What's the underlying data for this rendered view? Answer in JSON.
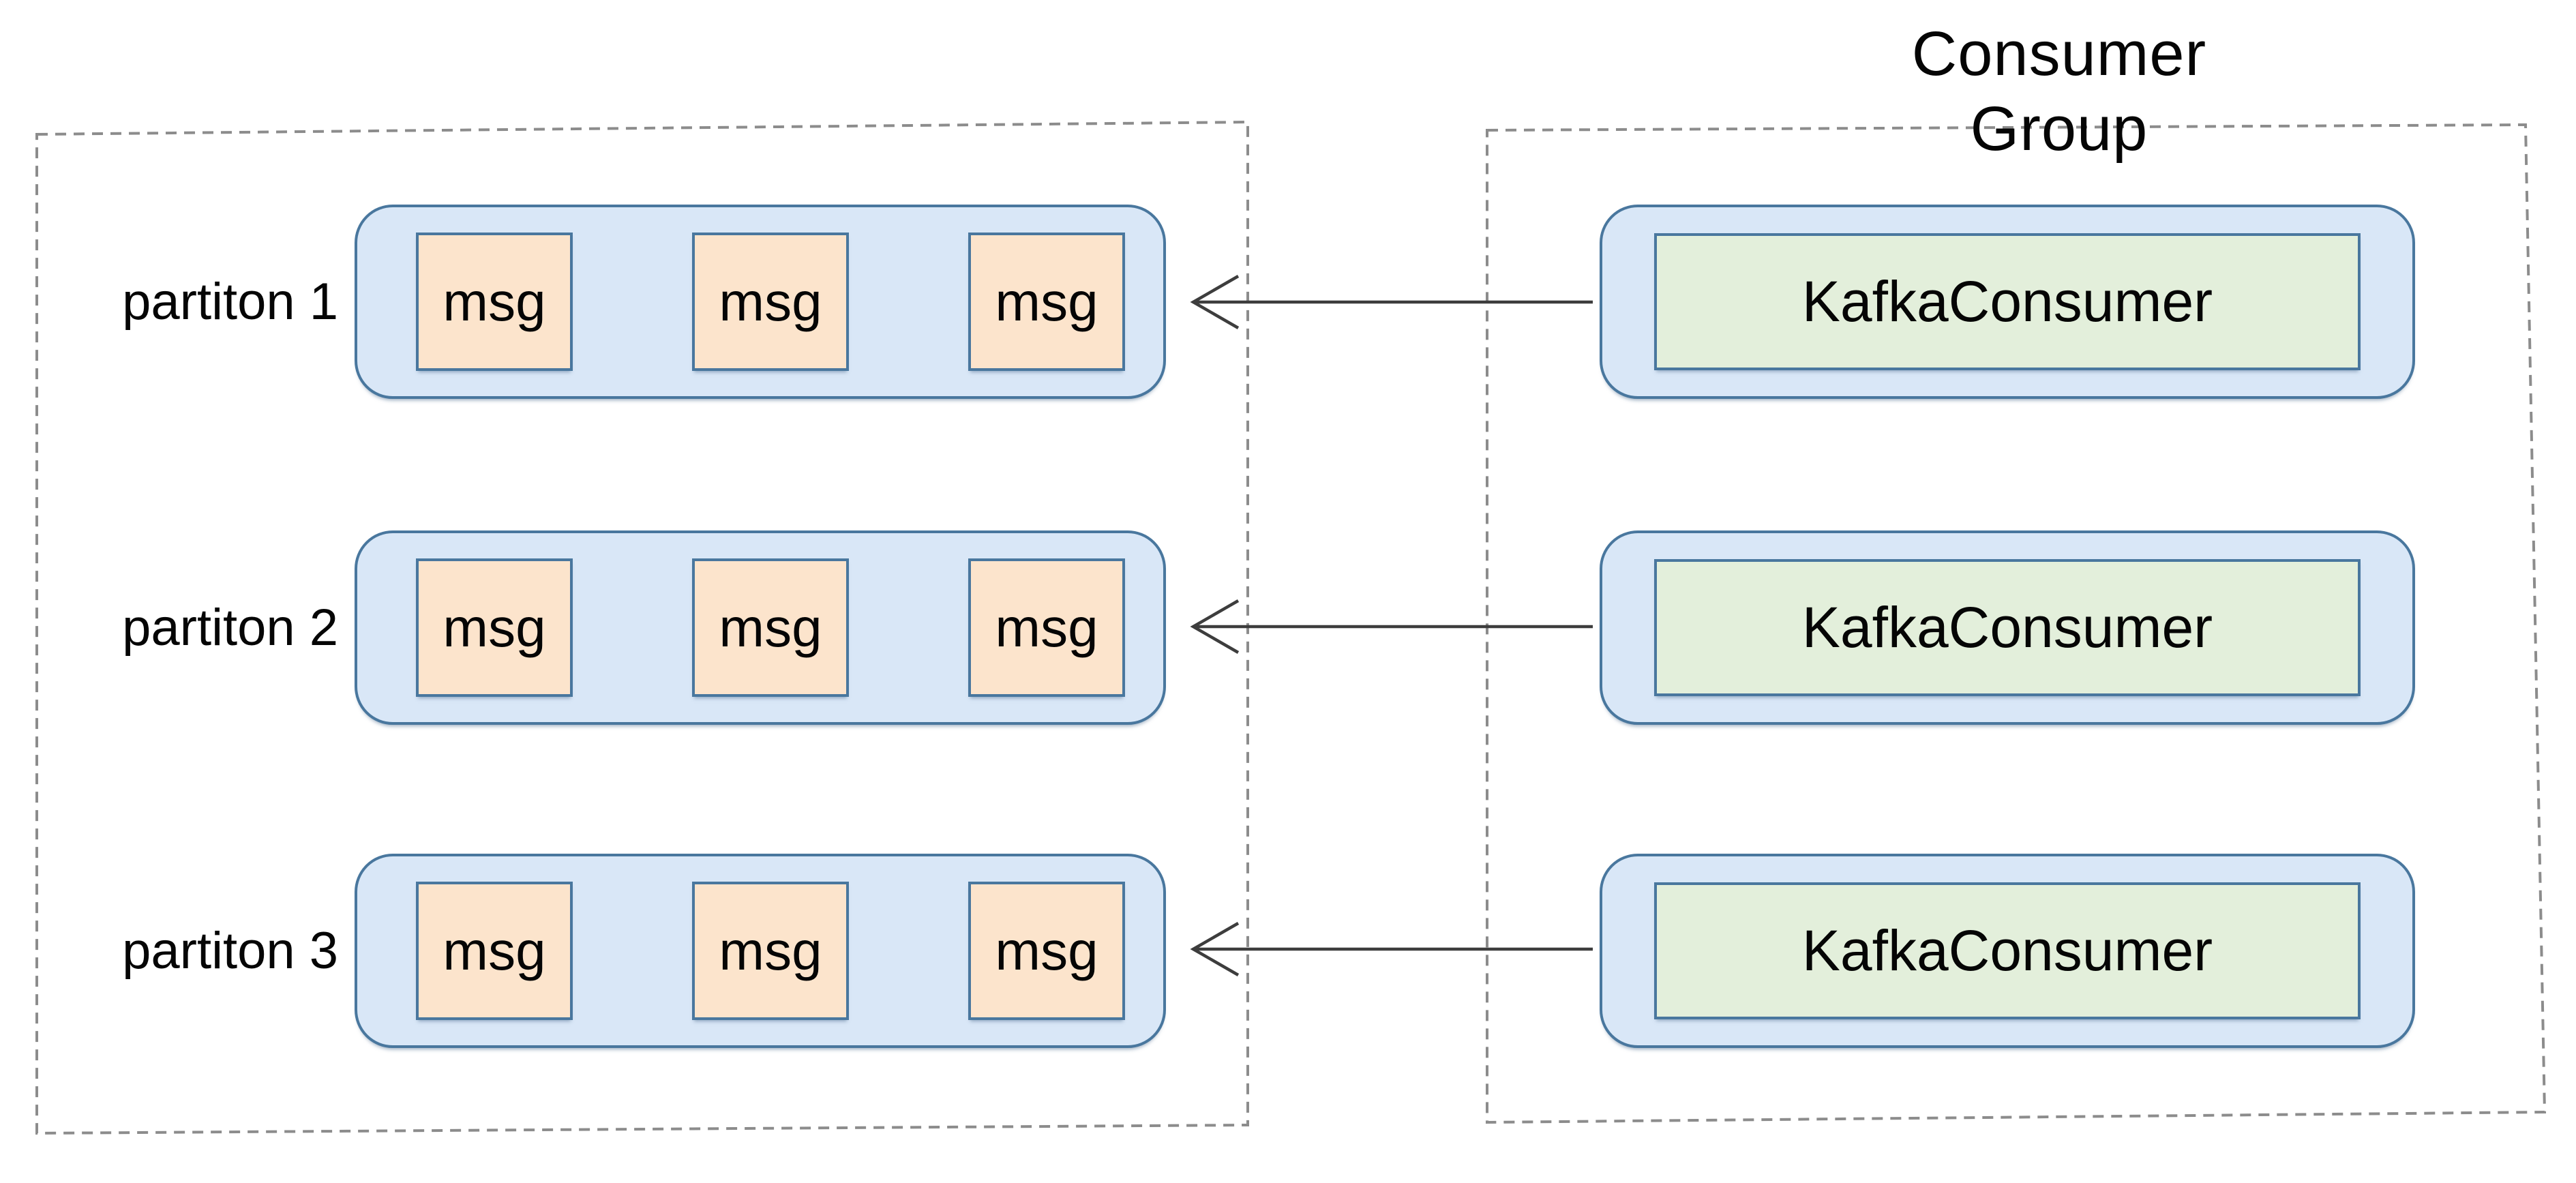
{
  "consumer_group": {
    "title": "Consumer Group",
    "consumers": [
      {
        "label": "KafkaConsumer"
      },
      {
        "label": "KafkaConsumer"
      },
      {
        "label": "KafkaConsumer"
      }
    ]
  },
  "partitions": {
    "rows": [
      {
        "label": "partiton 1",
        "messages": [
          "msg",
          "msg",
          "msg"
        ]
      },
      {
        "label": "partiton 2",
        "messages": [
          "msg",
          "msg",
          "msg"
        ]
      },
      {
        "label": "partiton 3",
        "messages": [
          "msg",
          "msg",
          "msg"
        ]
      }
    ]
  },
  "arrows": [
    {
      "from": "kafka-consumer-1",
      "to": "partiton 1",
      "direction": "left"
    },
    {
      "from": "kafka-consumer-2",
      "to": "partiton 2",
      "direction": "left"
    },
    {
      "from": "kafka-consumer-3",
      "to": "partiton 3",
      "direction": "left"
    }
  ],
  "colors": {
    "background": "#ffffff",
    "box_fill_blue": "#d9e7f7",
    "box_border_blue": "#49779e",
    "message_fill": "#fce4cc",
    "consumer_fill": "#e3efdb",
    "dashed_border": "#8c8c8c",
    "arrow": "#3d3d3d",
    "text": "#050505"
  }
}
